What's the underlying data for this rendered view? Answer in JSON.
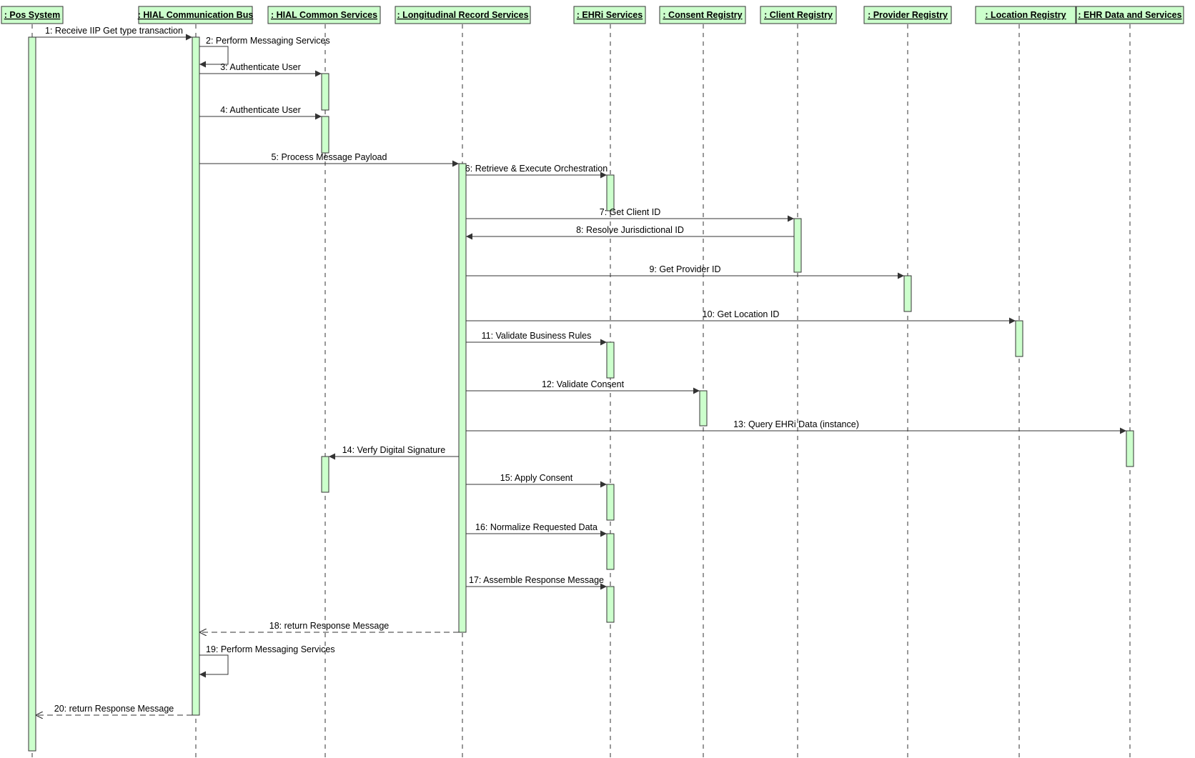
{
  "colors": {
    "fill": "#ccffcc",
    "stroke": "#333333",
    "text": "#000000",
    "background": "#ffffff"
  },
  "lifelines": [
    {
      "id": "pos",
      "label": ": Pos System"
    },
    {
      "id": "hial",
      "label": ": HIAL Communication Bus"
    },
    {
      "id": "hcs",
      "label": ": HIAL Common Services"
    },
    {
      "id": "lrs",
      "label": ": Longitudinal Record Services"
    },
    {
      "id": "ehri",
      "label": ": EHRi Services"
    },
    {
      "id": "consent",
      "label": ": Consent Registry"
    },
    {
      "id": "client",
      "label": ": Client Registry"
    },
    {
      "id": "provider",
      "label": ": Provider Registry"
    },
    {
      "id": "location",
      "label": ": Location Registry"
    },
    {
      "id": "ehrdata",
      "label": ": EHR Data and Services"
    }
  ],
  "messages": [
    {
      "n": 1,
      "label": "1: Receive IIP Get type transaction",
      "from": "pos",
      "to": "hial",
      "kind": "sync"
    },
    {
      "n": 2,
      "label": "2: Perform Messaging Services",
      "from": "hial",
      "to": "hial",
      "kind": "self"
    },
    {
      "n": 3,
      "label": "3: Authenticate User",
      "from": "hial",
      "to": "hcs",
      "kind": "sync"
    },
    {
      "n": 4,
      "label": "4: Authenticate User",
      "from": "hial",
      "to": "hcs",
      "kind": "sync"
    },
    {
      "n": 5,
      "label": "5: Process Message Payload",
      "from": "hial",
      "to": "lrs",
      "kind": "sync"
    },
    {
      "n": 6,
      "label": "6: Retrieve & Execute Orchestration",
      "from": "lrs",
      "to": "ehri",
      "kind": "sync"
    },
    {
      "n": 7,
      "label": "7: Get Client ID",
      "from": "lrs",
      "to": "client",
      "kind": "sync"
    },
    {
      "n": 8,
      "label": "8: Resolve Jurisdictional ID",
      "from": "client",
      "to": "lrs",
      "kind": "sync"
    },
    {
      "n": 9,
      "label": "9: Get Provider ID",
      "from": "lrs",
      "to": "provider",
      "kind": "sync"
    },
    {
      "n": 10,
      "label": "10: Get Location ID",
      "from": "lrs",
      "to": "location",
      "kind": "sync"
    },
    {
      "n": 11,
      "label": "11: Validate Business Rules",
      "from": "lrs",
      "to": "ehri",
      "kind": "sync"
    },
    {
      "n": 12,
      "label": "12: Validate Consent",
      "from": "lrs",
      "to": "consent",
      "kind": "sync"
    },
    {
      "n": 13,
      "label": "13: Query EHRi Data (instance)",
      "from": "lrs",
      "to": "ehrdata",
      "kind": "sync"
    },
    {
      "n": 14,
      "label": "14: Verfy Digital Signature",
      "from": "lrs",
      "to": "hcs",
      "kind": "sync"
    },
    {
      "n": 15,
      "label": "15: Apply Consent",
      "from": "lrs",
      "to": "ehri",
      "kind": "sync"
    },
    {
      "n": 16,
      "label": "16: Normalize Requested Data",
      "from": "lrs",
      "to": "ehri",
      "kind": "sync"
    },
    {
      "n": 17,
      "label": "17: Assemble Response Message",
      "from": "lrs",
      "to": "ehri",
      "kind": "sync"
    },
    {
      "n": 18,
      "label": "18: return Response Message",
      "from": "lrs",
      "to": "hial",
      "kind": "return"
    },
    {
      "n": 19,
      "label": "19: Perform Messaging Services",
      "from": "hial",
      "to": "hial",
      "kind": "self"
    },
    {
      "n": 20,
      "label": "20: return Response Message",
      "from": "hial",
      "to": "pos",
      "kind": "return"
    }
  ]
}
